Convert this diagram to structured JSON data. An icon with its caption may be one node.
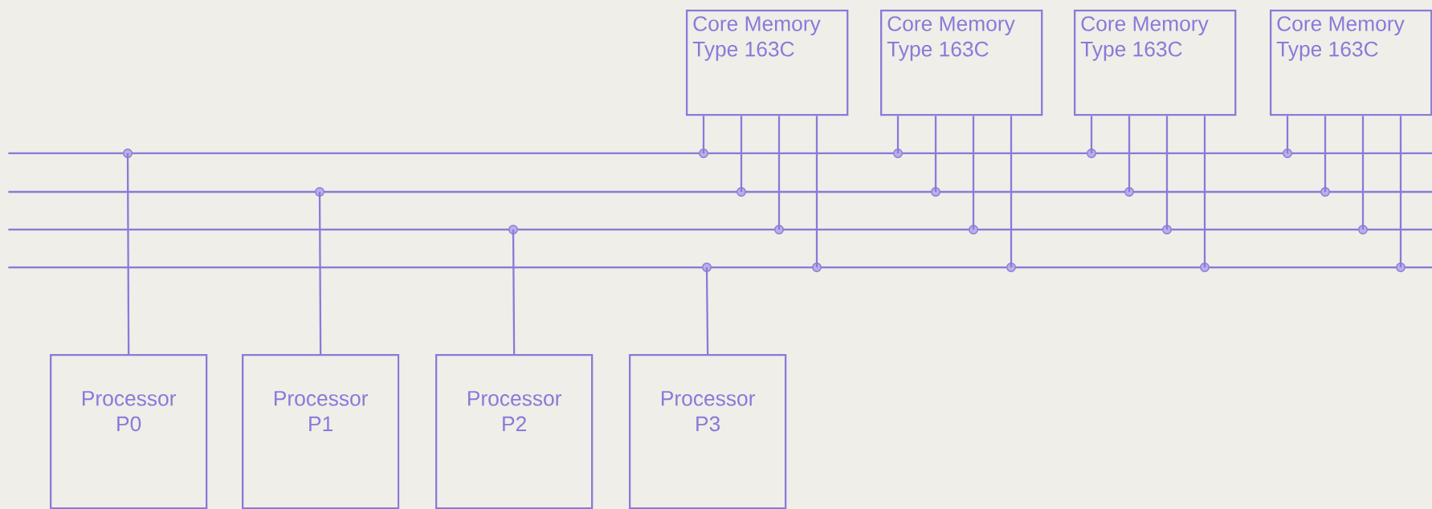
{
  "diagram": {
    "nodes": [
      {
        "text": [
          "Core Memory Type 163C"
        ]
      },
      {
        "text": [
          "Core Memory Type 163C"
        ]
      },
      {
        "text": [
          "Core Memory Type 163C"
        ]
      },
      {
        "text": [
          "Core Memory Type 163C"
        ]
      },
      {
        "text": [],
        "shape": "bar"
      },
      {
        "text": [],
        "shape": "bar"
      },
      {
        "text": [],
        "shape": "bar"
      },
      {
        "text": [],
        "shape": "bar"
      },
      {
        "text": [
          "Processor P0"
        ]
      },
      {
        "text": [
          "Processor P1"
        ]
      },
      {
        "text": [
          "Processor P2"
        ]
      },
      {
        "text": [
          "Processor P3"
        ]
      }
    ],
    "edges": [
      {
        "from": 0,
        "to": 4,
        "arrow": "none"
      },
      {
        "from": 0,
        "to": 5,
        "arrow": "none"
      },
      {
        "from": 0,
        "to": 6,
        "arrow": "none"
      },
      {
        "from": 0,
        "to": 7,
        "arrow": "none"
      },
      {
        "from": 1,
        "to": 4,
        "arrow": "none"
      },
      {
        "from": 1,
        "to": 5,
        "arrow": "none"
      },
      {
        "from": 1,
        "to": 6,
        "arrow": "none"
      },
      {
        "from": 1,
        "to": 7,
        "arrow": "none"
      },
      {
        "from": 2,
        "to": 4,
        "arrow": "none"
      },
      {
        "from": 2,
        "to": 5,
        "arrow": "none"
      },
      {
        "from": 2,
        "to": 6,
        "arrow": "none"
      },
      {
        "from": 2,
        "to": 7,
        "arrow": "none"
      },
      {
        "from": 3,
        "to": 4,
        "arrow": "none"
      },
      {
        "from": 3,
        "to": 5,
        "arrow": "none"
      },
      {
        "from": 3,
        "to": 6,
        "arrow": "none"
      },
      {
        "from": 3,
        "to": 7,
        "arrow": "none"
      },
      {
        "from": 8,
        "to": 4,
        "arrow": "none"
      },
      {
        "from": 9,
        "to": 5,
        "arrow": "none"
      },
      {
        "from": 10,
        "to": 6,
        "arrow": "none"
      },
      {
        "from": 11,
        "to": 7,
        "arrow": "none"
      }
    ]
  }
}
